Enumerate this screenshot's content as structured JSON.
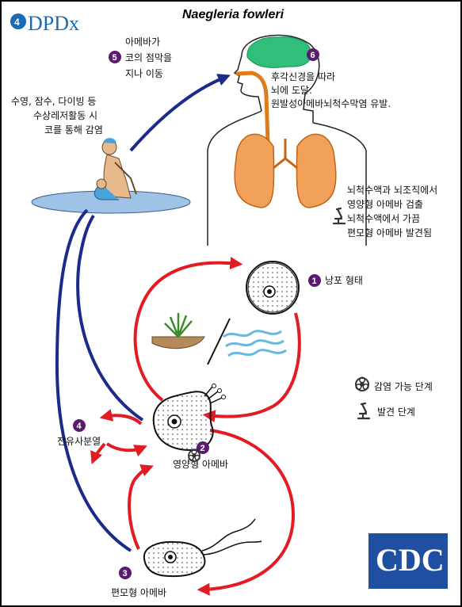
{
  "title": "Naegleria fowleri",
  "brand": "DPDx",
  "logo": "CDC",
  "steps": [
    {
      "num": "1",
      "lines": [
        "낭포 형태"
      ]
    },
    {
      "num": "2",
      "lines": [
        "영양형 아메바"
      ]
    },
    {
      "num": "3",
      "lines": [
        "편모형 아메바"
      ]
    },
    {
      "num": "4",
      "lines": [
        "전유사분열"
      ]
    },
    {
      "num": "5",
      "lines": [
        "아메바가",
        "코의 점막을",
        "지나 이동"
      ]
    },
    {
      "num": "6",
      "lines": [
        "후각신경을 따라",
        "뇌에 도달.",
        "원발성아메바뇌척수막염 유발."
      ]
    }
  ],
  "infection_text": [
    "수영, 잠수, 다이빙 등",
    "수상레저활동 시",
    "코를 통해 감염"
  ],
  "diagnosis_text": [
    "뇌척수액과 뇌조직에서",
    "영양형 아메바 검출",
    "뇌척수액에서 가끔",
    "편모형 아메바 발견됨"
  ],
  "legend": {
    "infective": "감염 가능 단계",
    "diagnostic": "발견 단계"
  },
  "icons": [
    "biohazard-icon",
    "microscope-icon"
  ],
  "colors": {
    "red_arrow": "#e31b23",
    "blue_arrow": "#1c2a8c",
    "badge": "#5a1a6e",
    "brain": "#2fbf7a",
    "lungs": "#e07b1c",
    "cdc": "#1f4fa1",
    "brand": "#1a6bb5"
  }
}
